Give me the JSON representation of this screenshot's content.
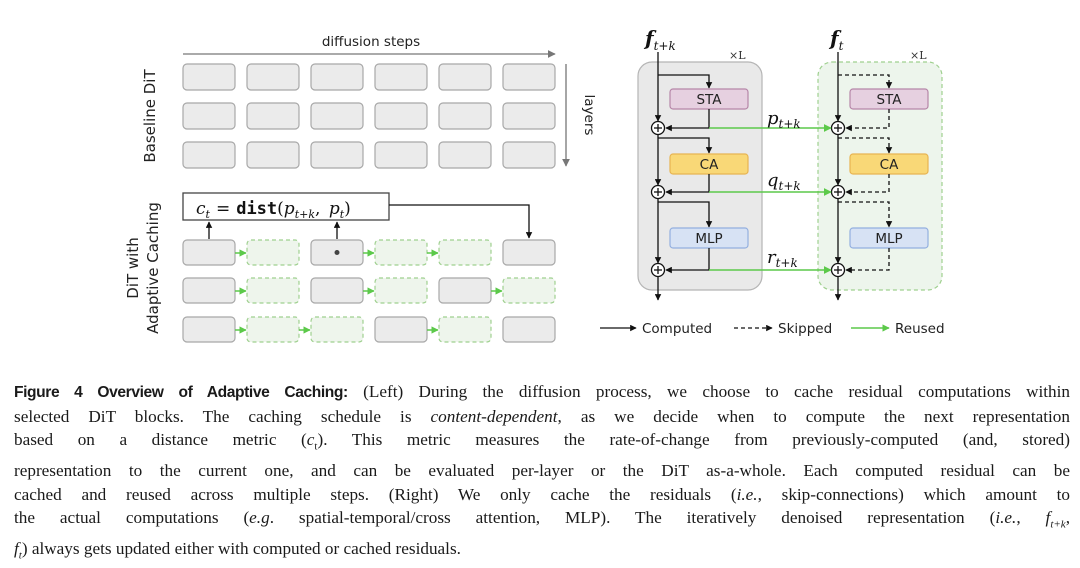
{
  "left_panel": {
    "top_axis_label": "diffusion steps",
    "side_axis_label": "layers",
    "baseline_label": "Baseline DiT",
    "caching_label_line1": "DiT with",
    "caching_label_line2": "Adaptive Caching",
    "formula": {
      "lhs": "c",
      "lhs_sub": "t",
      "eq": "=",
      "fn": "dist",
      "arg1": "p",
      "arg1_sub": "t+k",
      "arg2": "p",
      "arg2_sub": "t"
    },
    "grid": {
      "steps": 6,
      "layers": 3,
      "baseline_cells": [
        [
          "computed",
          "computed",
          "computed",
          "computed",
          "computed",
          "computed"
        ],
        [
          "computed",
          "computed",
          "computed",
          "computed",
          "computed",
          "computed"
        ],
        [
          "computed",
          "computed",
          "computed",
          "computed",
          "computed",
          "computed"
        ]
      ],
      "caching_cells": [
        [
          "computed",
          "reused",
          "computed",
          "reused",
          "reused",
          "computed"
        ],
        [
          "computed",
          "reused",
          "computed",
          "reused",
          "computed",
          "reused"
        ],
        [
          "computed",
          "reused",
          "reused",
          "computed",
          "reused",
          "computed"
        ]
      ],
      "marked_cell": {
        "row": 0,
        "col": 2
      }
    }
  },
  "right_panel": {
    "left_block": {
      "input_label": "f",
      "input_sub": "t+k",
      "repeat_label": "×L",
      "modules": [
        "STA",
        "CA",
        "MLP"
      ]
    },
    "right_block": {
      "input_label": "f",
      "input_sub": "t",
      "repeat_label": "×L",
      "modules": [
        "STA",
        "CA",
        "MLP"
      ]
    },
    "residual_labels": [
      {
        "sym": "p",
        "sub": "t+k"
      },
      {
        "sym": "q",
        "sub": "t+k"
      },
      {
        "sym": "r",
        "sub": "t+k"
      }
    ],
    "legend": [
      {
        "label": "Computed",
        "style": "solid"
      },
      {
        "label": "Skipped",
        "style": "dashed"
      },
      {
        "label": "Reused",
        "style": "green"
      }
    ]
  },
  "colors": {
    "cell_fill": "#ebebeb",
    "cell_stroke": "#a8a8a8",
    "reused_fill": "#eef5ec",
    "reused_stroke": "#9fd08f",
    "green_arrow": "#5cc94a",
    "sta_fill": "#e6d0e0",
    "sta_stroke": "#b686a8",
    "ca_fill": "#f9d877",
    "ca_stroke": "#e8b452",
    "mlp_fill": "#d7e2f4",
    "mlp_stroke": "#93afdf",
    "block_fill": "#e9e9e9",
    "block_stroke": "#b5b5b5",
    "cached_block_fill": "#edf5ec",
    "cached_block_stroke": "#9fd08f"
  },
  "caption": {
    "lead": "Figure 4 Overview of Adaptive Caching:",
    "l1": " (Left) During the diffusion process, we choose to cache residual computations within",
    "l2a": "selected DiT blocks. The caching schedule is ",
    "l2_em": "content-dependent",
    "l2b": ", as we decide when to compute the next representation",
    "l3a": "based on a distance metric (",
    "l3_c": "c",
    "l3_sub": "t",
    "l3b": ").  This metric measures the rate-of-change from previously-computed (and, stored)",
    "l4": "representation to the current one, and can be evaluated per-layer or the DiT as-a-whole. Each computed residual can be",
    "l5a": "cached and reused across multiple steps. (Right) We only cache the residuals (",
    "l5_em": "i.e.",
    "l5b": ", skip-connections) which amount to",
    "l6a": "the actual computations (",
    "l6_em": "e.g",
    "l6b": ". spatial-temporal/cross attention, MLP). The iteratively denoised representation (",
    "l6_em2": "i.e.",
    "l6c": ", ",
    "l6_f": "f",
    "l6_fsub": "t+k",
    "l6d": ",",
    "l7_f": "f",
    "l7_fsub": "t",
    "l7": ") always gets updated either with computed or cached residuals."
  }
}
